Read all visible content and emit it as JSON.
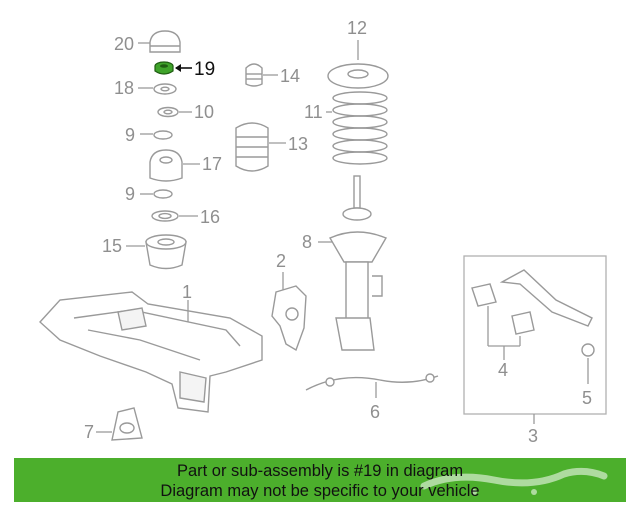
{
  "parts": {
    "p1": "1",
    "p2": "2",
    "p3": "3",
    "p5": "5",
    "p6": "6",
    "p7": "7",
    "p8": "8",
    "p9a": "9",
    "p9b": "9",
    "p10": "10",
    "p11": "11",
    "p12": "12",
    "p13": "13",
    "p14": "14",
    "p15": "15",
    "p16": "16",
    "p17": "17",
    "p18": "18",
    "p19": "19",
    "p20": "20",
    "p4": "4"
  },
  "highlight": {
    "part": "19",
    "color": "#3fa32a"
  },
  "banner": {
    "line1": "Part or sub-assembly is #19 in diagram",
    "line2": "Diagram may not be specific to your vehicle",
    "color": "#4caf2c"
  }
}
